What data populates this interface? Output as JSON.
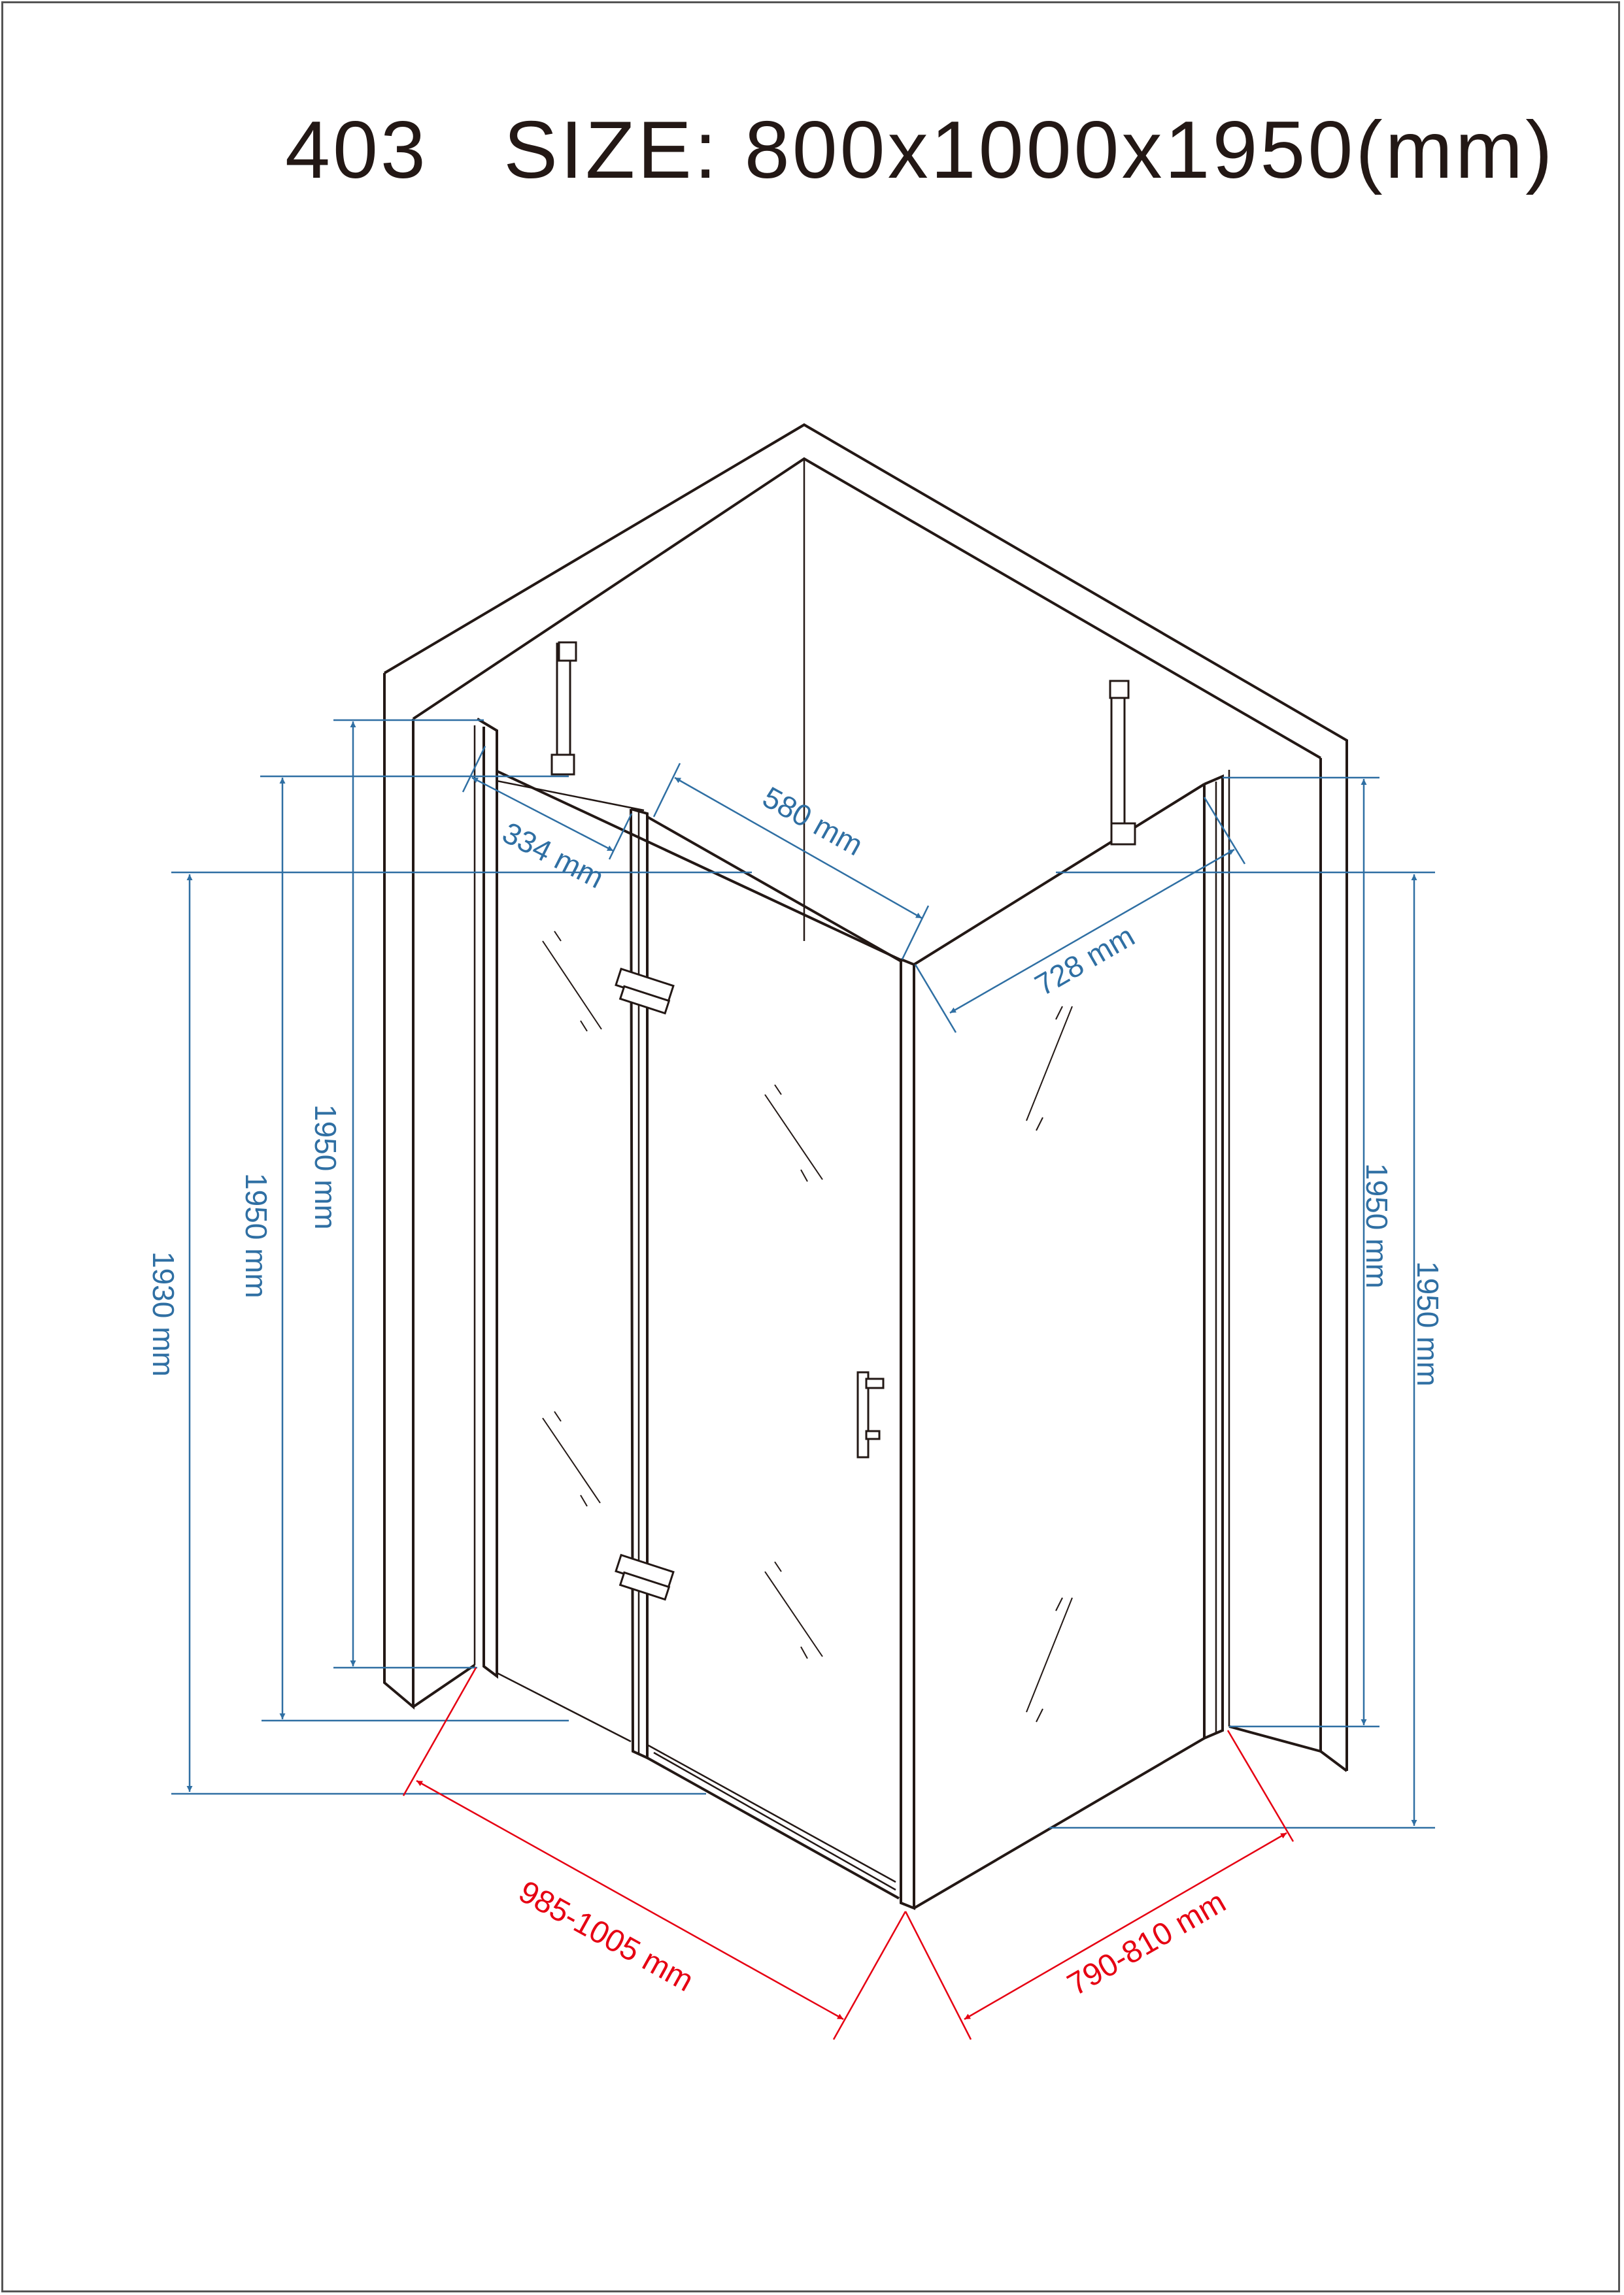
{
  "title": "403   SIZE: 800x1000x1950(mm)",
  "colors": {
    "outline": "#231815",
    "dimension_blue": "#2f6fa3",
    "dimension_red": "#e60012"
  },
  "dimensions": {
    "hinged_panel_width": "334 mm",
    "door_width": "580 mm",
    "side_panel_width": "728 mm",
    "left_height_outer": "1930 mm",
    "left_height_mid": "1950 mm",
    "left_height_inner": "1950 mm",
    "right_height_inner": "1950 mm",
    "right_height_outer": "1950 mm",
    "front_adjustment": "985-1005 mm",
    "side_adjustment": "790-810 mm"
  }
}
